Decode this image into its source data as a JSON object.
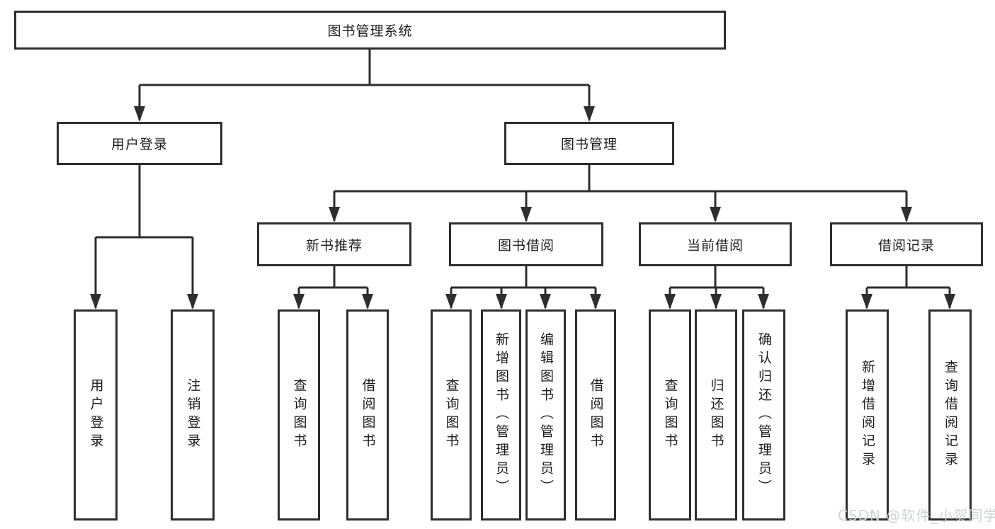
{
  "diagram": {
    "tree": {
      "label": "图书管理系统",
      "children": [
        {
          "label": "用户登录",
          "children": [
            {
              "label": "用户登录"
            },
            {
              "label": "注销登录"
            }
          ]
        },
        {
          "label": "图书管理",
          "children": [
            {
              "label": "新书推荐",
              "children": [
                {
                  "label": "查询图书"
                },
                {
                  "label": "借阅图书"
                }
              ]
            },
            {
              "label": "图书借阅",
              "children": [
                {
                  "label": "查询图书"
                },
                {
                  "label": "新增图书（管理员）"
                },
                {
                  "label": "编辑图书（管理员）"
                },
                {
                  "label": "借阅图书"
                }
              ]
            },
            {
              "label": "当前借阅",
              "children": [
                {
                  "label": "查询图书"
                },
                {
                  "label": "归还图书"
                },
                {
                  "label": "确认归还（管理员）"
                }
              ]
            },
            {
              "label": "借阅记录",
              "children": [
                {
                  "label": "新增借阅记录"
                },
                {
                  "label": "查询借阅记录"
                }
              ]
            }
          ]
        }
      ]
    },
    "colors": {
      "line": "#2e2e2e",
      "box_border": "#2e2e2e",
      "text": "#1c1c1c",
      "background": "#ffffff",
      "watermark": "#cbced2"
    }
  },
  "watermark": {
    "text": "CSDN @软件_小贺同学"
  }
}
